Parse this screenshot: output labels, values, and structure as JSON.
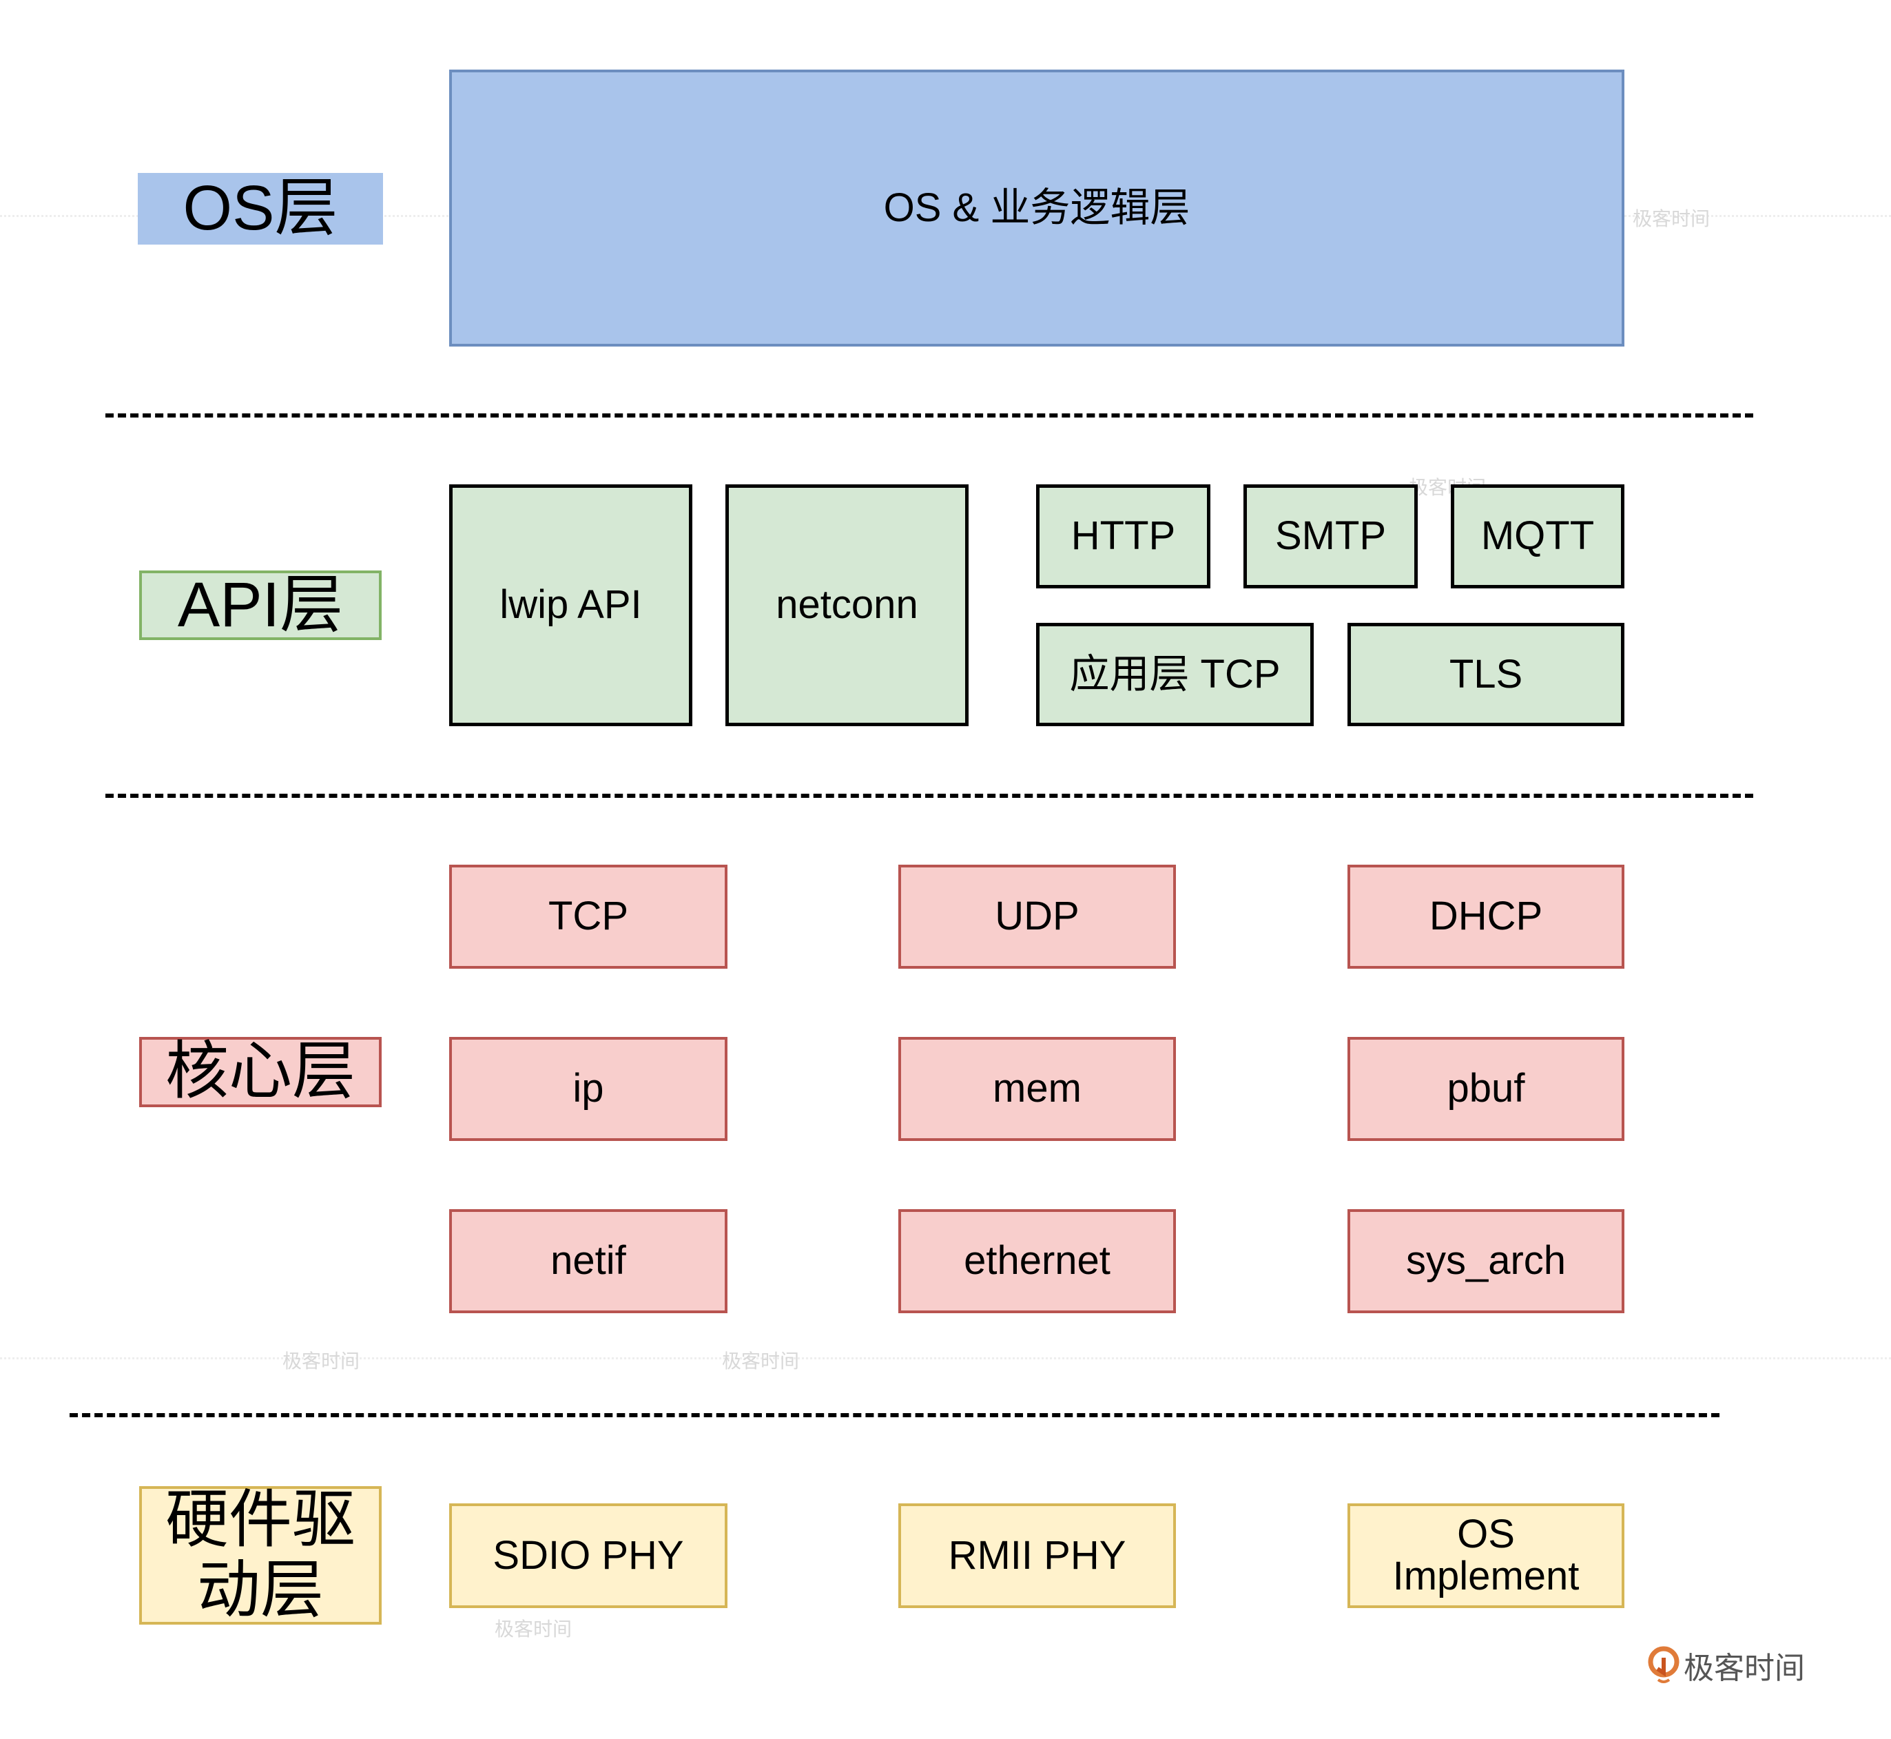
{
  "diagram": {
    "title": "lwIP architecture layers",
    "layers": [
      {
        "id": "os",
        "label": "OS层",
        "color": "#a9c4eb",
        "border": "#6c8ebf",
        "modules": [
          "OS & 业务逻辑层"
        ]
      },
      {
        "id": "api",
        "label": "API层",
        "color": "#d5e8d4",
        "border": "#82b366",
        "modules": [
          "lwip API",
          "netconn",
          "HTTP",
          "SMTP",
          "MQTT",
          "应用层 TCP",
          "TLS"
        ]
      },
      {
        "id": "core",
        "label": "核心层",
        "color": "#f8cecc",
        "border": "#b85450",
        "modules": [
          "TCP",
          "UDP",
          "DHCP",
          "ip",
          "mem",
          "pbuf",
          "netif",
          "ethernet",
          "sys_arch"
        ]
      },
      {
        "id": "hw",
        "label": "硬件驱动层",
        "color": "#fff2cc",
        "border": "#d6b656",
        "modules": [
          "SDIO PHY",
          "RMII PHY",
          "OS\nImplement"
        ]
      }
    ],
    "hw_label_display": "硬件驱\n动层"
  },
  "watermark": {
    "text": "极客时间",
    "logo_text": "极客时间",
    "logo_color": "#e07b39"
  }
}
